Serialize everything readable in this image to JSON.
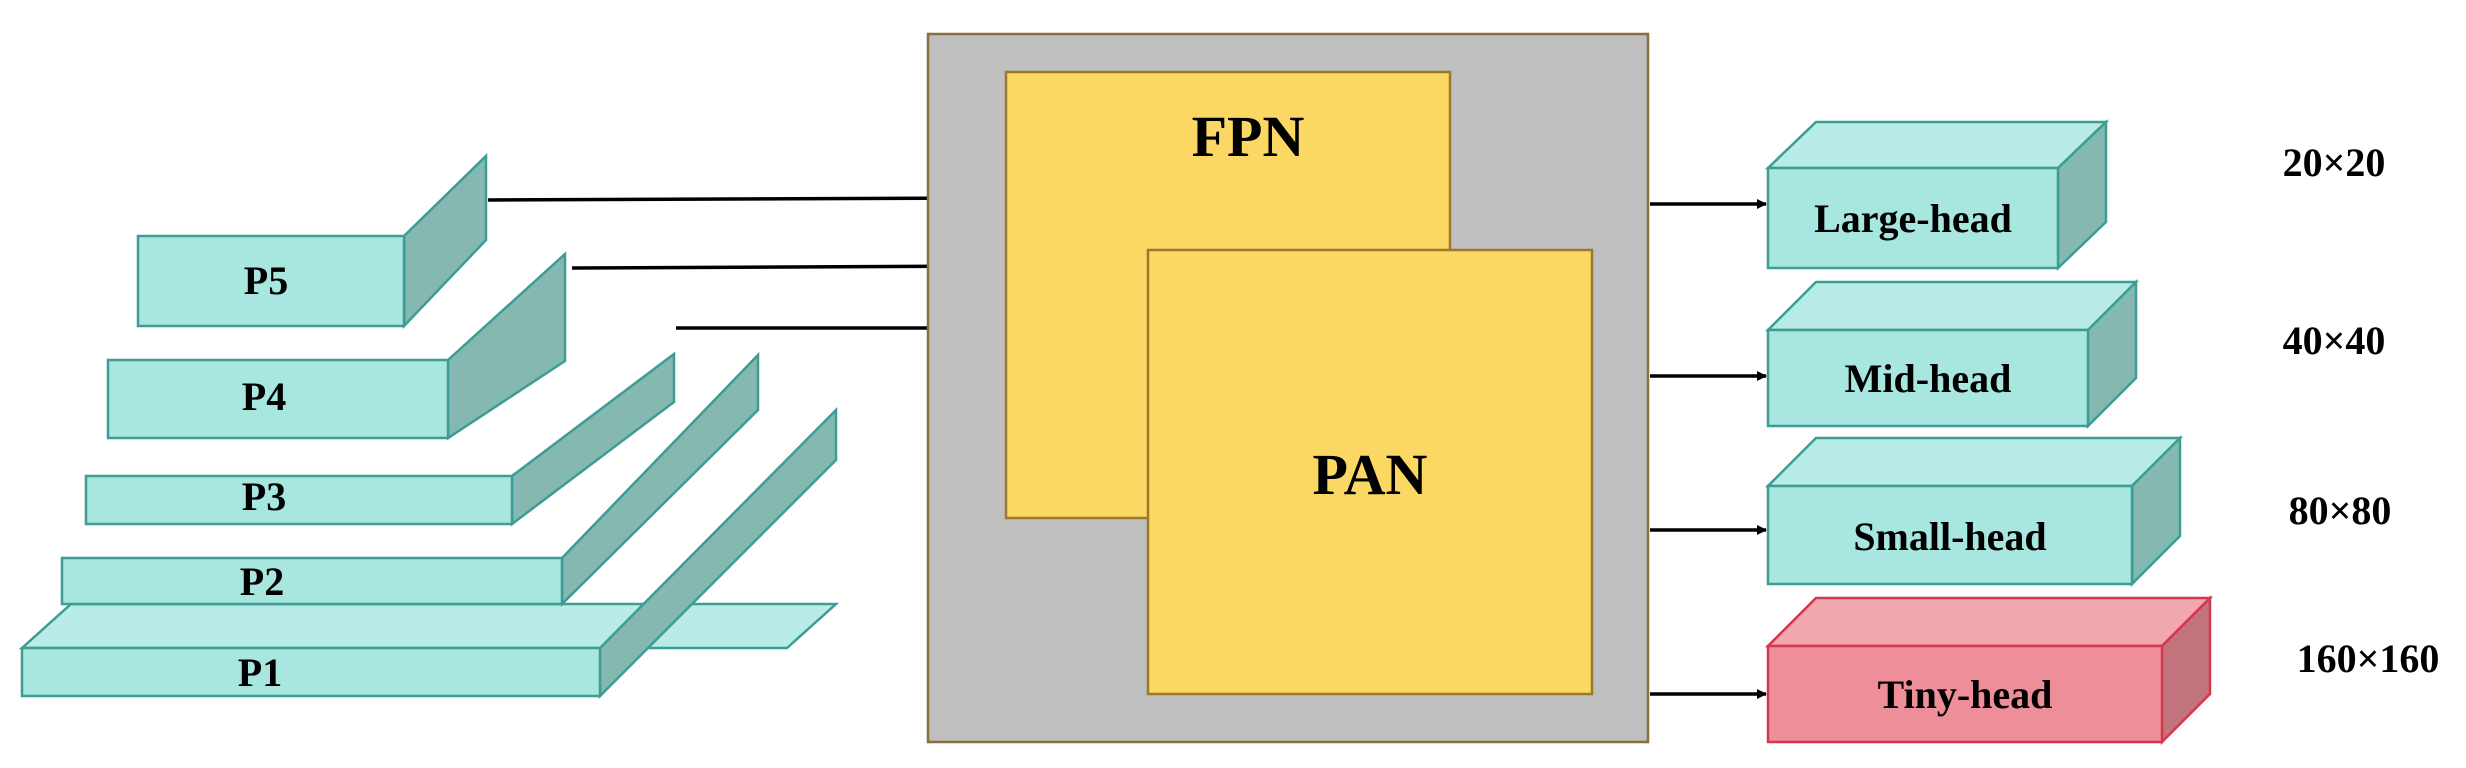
{
  "colors": {
    "box_front": "#a8e6e0",
    "box_top": "#b9ece6",
    "box_side": "#86b8b2",
    "box_edge": "#3d9c94",
    "neck_bg": "#bfbfbf",
    "neck_edge": "#8a6d3b",
    "neck_block": "#fbd864",
    "neck_block_edge": "#9a7a2c",
    "tiny_front": "#ee8e99",
    "tiny_top": "#f2a7ae",
    "tiny_side": "#c2737b",
    "tiny_edge": "#d2384f",
    "arrow": "#000000"
  },
  "backbone": {
    "levels": [
      {
        "label": "P5"
      },
      {
        "label": "P4"
      },
      {
        "label": "P3"
      },
      {
        "label": "P2"
      },
      {
        "label": "P1"
      }
    ]
  },
  "neck": {
    "fpn_label": "FPN",
    "pan_label": "PAN"
  },
  "heads": [
    {
      "label": "Large-head",
      "size": "20×20",
      "kind": "normal"
    },
    {
      "label": "Mid-head",
      "size": "40×40",
      "kind": "normal"
    },
    {
      "label": "Small-head",
      "size": "80×80",
      "kind": "normal"
    },
    {
      "label": "Tiny-head",
      "size": "160×160",
      "kind": "tiny"
    }
  ]
}
